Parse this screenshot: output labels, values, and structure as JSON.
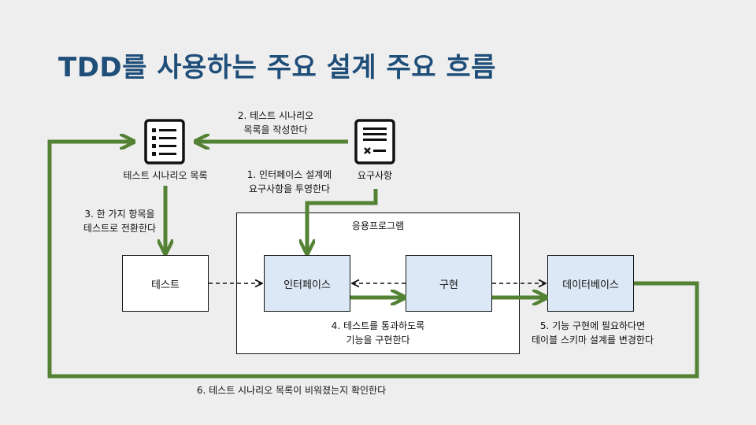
{
  "title": "TDD를 사용하는 주요 설계 주요 흐름",
  "icons": {
    "scenario_list": "checklist-icon",
    "requirements": "document-icon"
  },
  "nodes": {
    "scenario_list": "테스트 시나리오 목록",
    "requirements": "요구사항",
    "application": "응용프로그램",
    "test": "테스트",
    "interface": "인터페이스",
    "implementation": "구현",
    "database": "데이터베이스"
  },
  "steps": {
    "step1_line1": "1. 인터페이스 설계에",
    "step1_line2": "요구사항을 투영한다",
    "step2_line1": "2. 테스트 시나리오",
    "step2_line2": "목록을 작성한다",
    "step3_line1": "3. 한 가지 항목을",
    "step3_line2": "테스트로 전환한다",
    "step4_line1": "4. 테스트를 통과하도록",
    "step4_line2": "기능을 구현한다",
    "step5_line1": "5. 기능 구현에 필요하다면",
    "step5_line2": "테이블 스키마 설계를 변경한다",
    "step6": "6. 테스트 시나리오 목록이 비워졌는지 확인한다"
  },
  "colors": {
    "title": "#1f4e79",
    "arrow_green": "#548235",
    "box_blue": "#dce8f5",
    "background": "#eeeeee"
  }
}
